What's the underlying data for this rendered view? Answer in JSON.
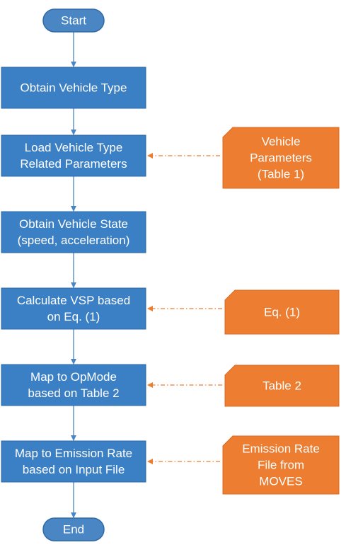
{
  "colors": {
    "process_fill": "#3b7fc4",
    "process_stroke": "#2e6aa8",
    "terminal_fill": "#4a86c4",
    "input_fill": "#ed7d31",
    "input_stroke": "#d9691f",
    "connector": "#4a86c4",
    "dashed_connector": "#ed7d31"
  },
  "flow": {
    "start": "Start",
    "end": "End",
    "steps": [
      [
        "Obtain Vehicle Type"
      ],
      [
        "Load Vehicle Type",
        "Related Parameters"
      ],
      [
        "Obtain Vehicle State",
        "(speed, acceleration)"
      ],
      [
        "Calculate VSP based",
        "on Eq. (1)"
      ],
      [
        "Map to OpMode",
        "based on Table 2"
      ],
      [
        "Map to Emission Rate",
        "based on Input File"
      ]
    ]
  },
  "inputs": [
    {
      "lines": [
        "Vehicle",
        "Parameters",
        "(Table 1)"
      ],
      "target_step": 1
    },
    {
      "lines": [
        "Eq. (1)"
      ],
      "target_step": 3
    },
    {
      "lines": [
        "Table 2"
      ],
      "target_step": 4
    },
    {
      "lines": [
        "Emission Rate",
        "File from",
        "MOVES"
      ],
      "target_step": 5
    }
  ]
}
